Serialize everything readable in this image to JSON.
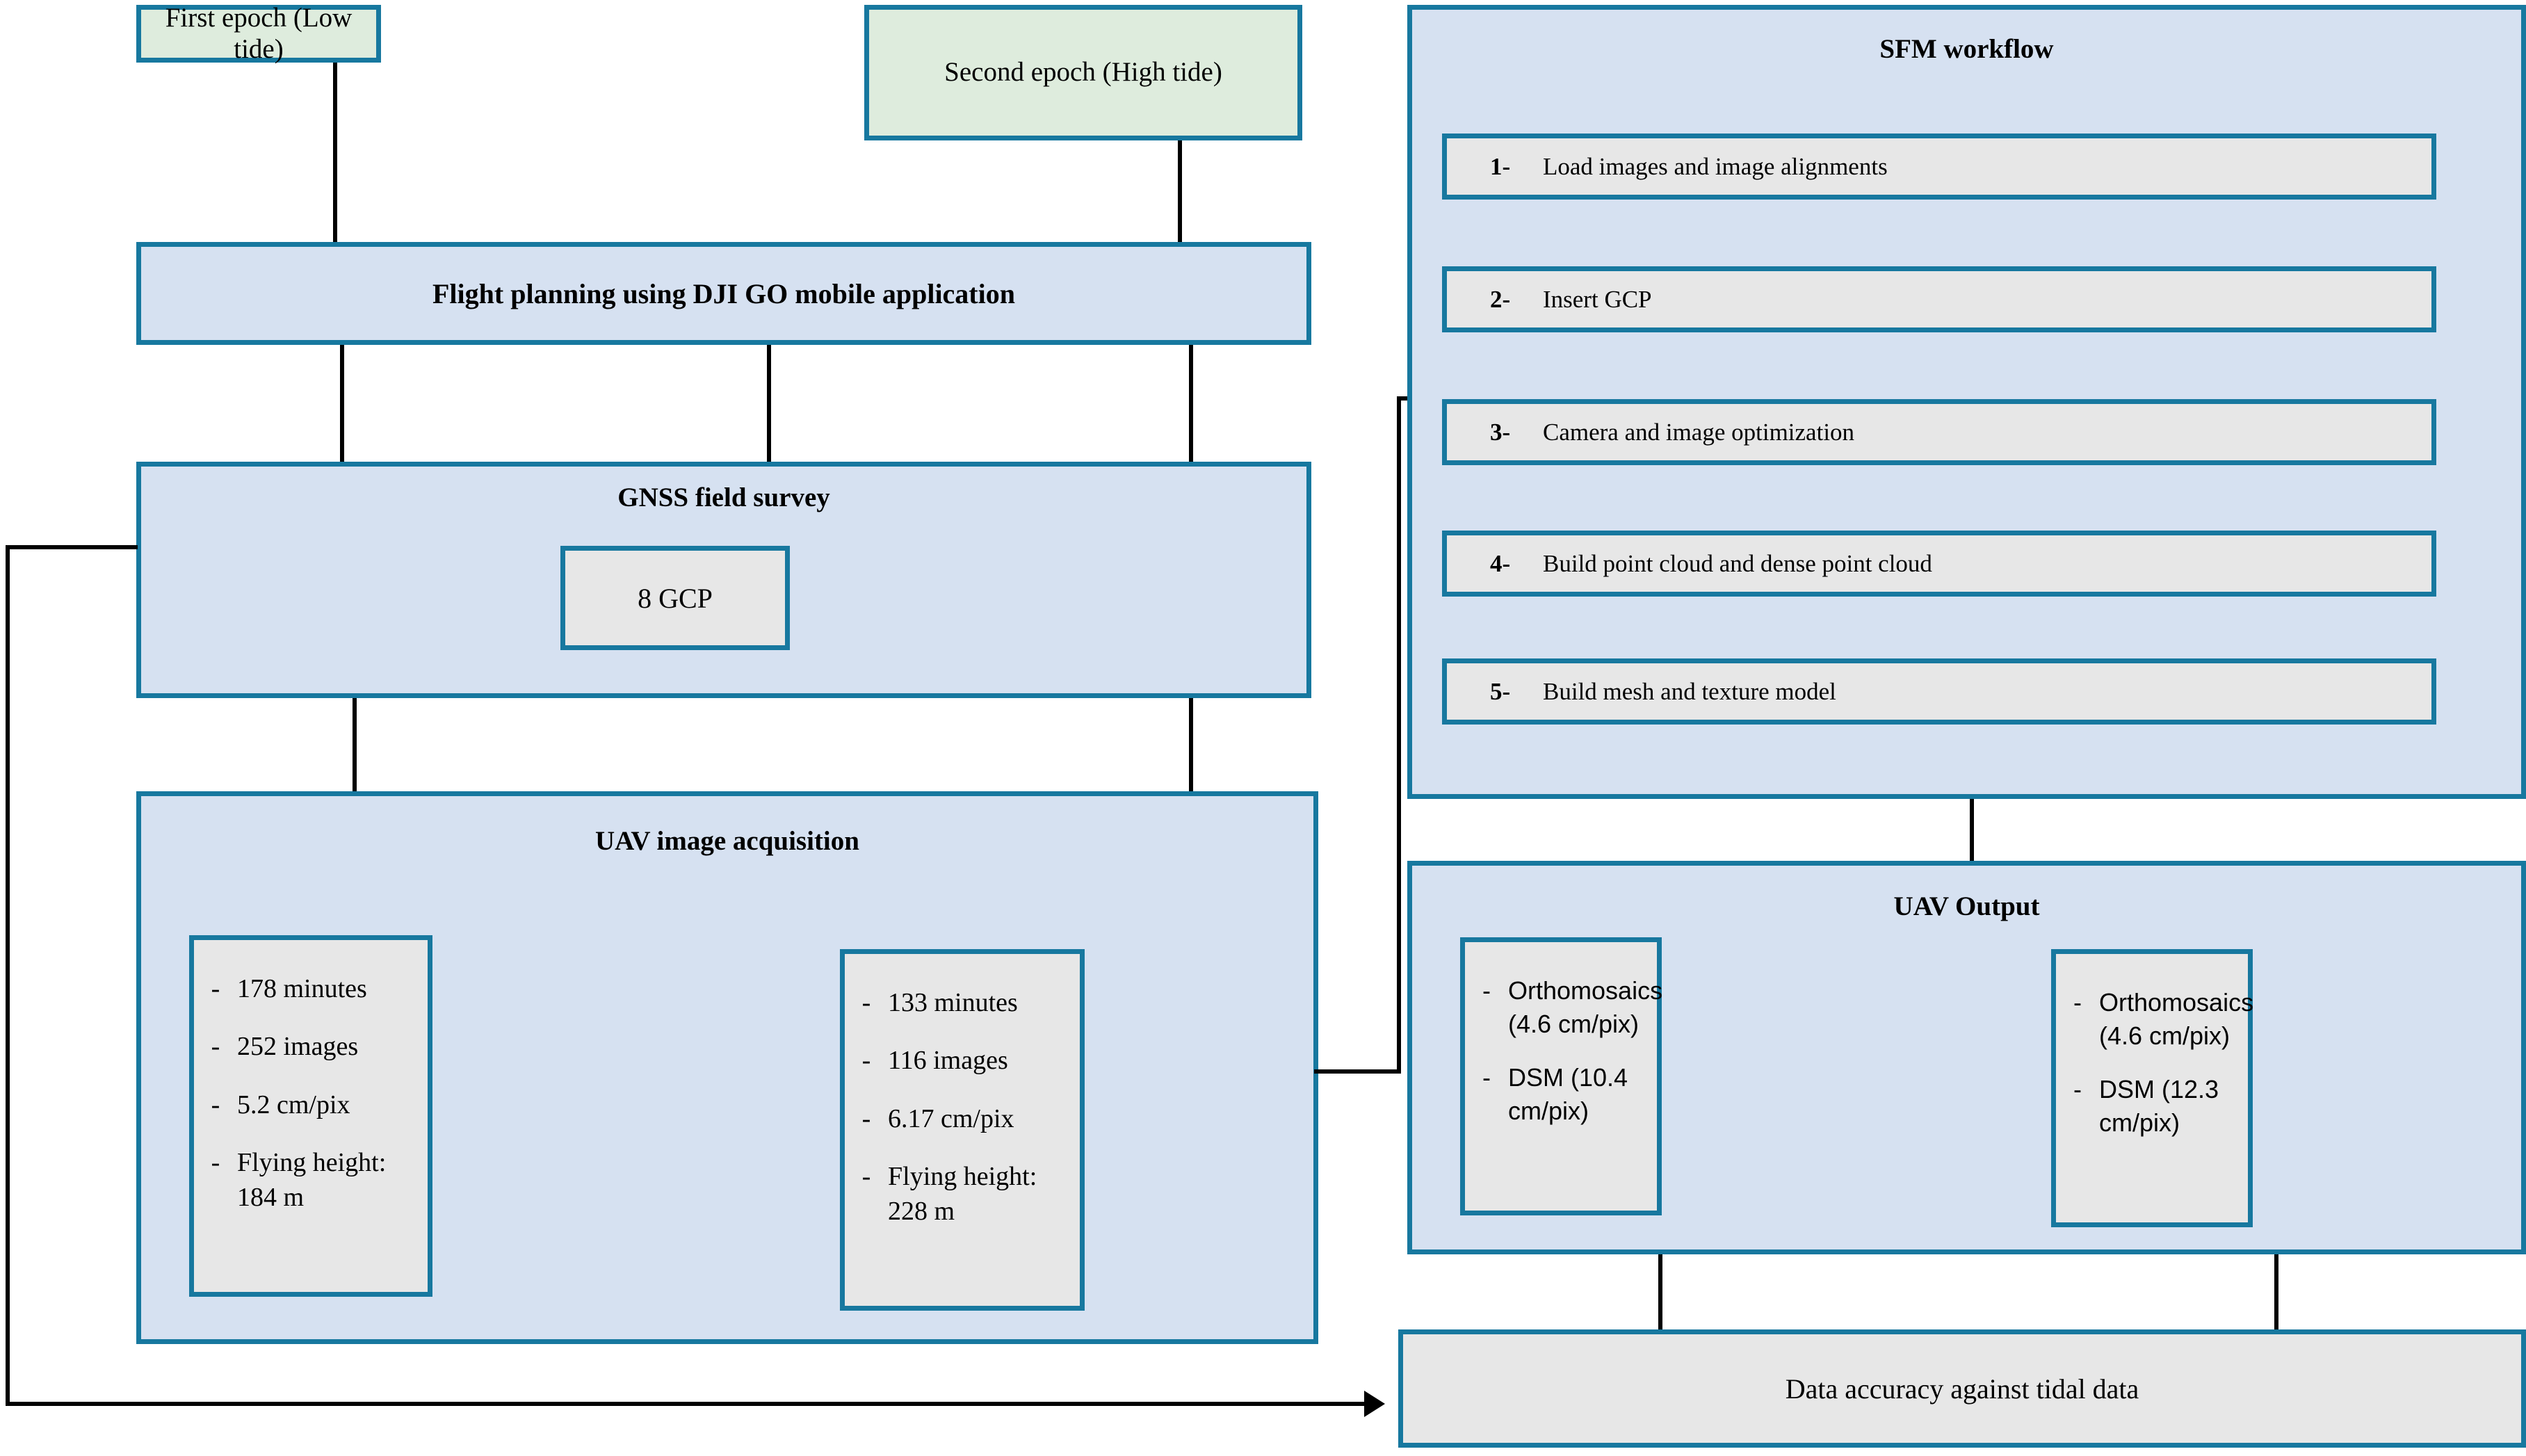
{
  "diagram": {
    "title": "UAV survey and SfM processing workflow",
    "colors": {
      "border": "#17789f",
      "blue_fill": "#d6e1f1",
      "green_fill": "#deecdd",
      "gray_fill": "#e7e7e7",
      "connector": "#000000"
    }
  },
  "epochs": [
    {
      "label": "First epoch (Low tide)"
    },
    {
      "label": "Second epoch (High tide)"
    }
  ],
  "flight_planning": {
    "title": "Flight planning using DJI GO mobile application"
  },
  "gnss": {
    "title": "GNSS field survey",
    "gcp": "8 GCP"
  },
  "uav_acquisition": {
    "title": "UAV image acquisition",
    "epoch1": {
      "bullets": [
        "178 minutes",
        "252 images",
        "5.2 cm/pix",
        "Flying   height: 184 m"
      ]
    },
    "epoch2": {
      "bullets": [
        "133 minutes",
        "116 images",
        "6.17 cm/pix",
        "Flying   height: 228 m"
      ]
    }
  },
  "sfm": {
    "title": "SFM workflow",
    "steps": [
      {
        "num": "1-",
        "label": "Load images and image alignments"
      },
      {
        "num": "2-",
        "label": "Insert GCP"
      },
      {
        "num": "3-",
        "label": "Camera and image optimization"
      },
      {
        "num": "4-",
        "label": "Build point cloud and dense point cloud"
      },
      {
        "num": "5-",
        "label": "Build mesh and texture model"
      }
    ]
  },
  "uav_output": {
    "title": "UAV Output",
    "epoch1": {
      "bullets": [
        "Orthomosaics (4.6 cm/pix)",
        "DSM (10.4 cm/pix)"
      ]
    },
    "epoch2": {
      "bullets": [
        "Orthomosaics (4.6 cm/pix)",
        "DSM (12.3 cm/pix)"
      ]
    }
  },
  "accuracy": {
    "label": "Data accuracy against tidal data"
  }
}
